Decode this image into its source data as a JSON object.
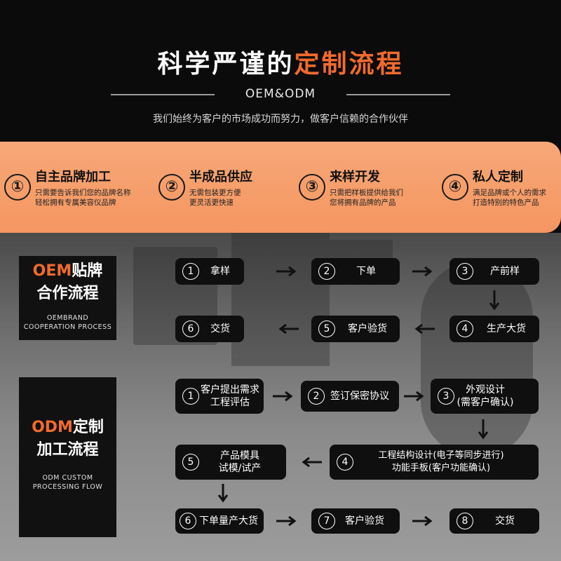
{
  "header": {
    "title_main": "科学严谨的",
    "title_accent": "定制流程",
    "subtitle": "OEM&ODM",
    "tagline": "我们始终为客户的市场成功而努力，做客户信赖的合作伙伴"
  },
  "services": [
    {
      "num": "①",
      "title": "自主品牌加工",
      "desc1": "只需要告诉我们您的品牌名称",
      "desc2": "轻松拥有专属美容仪品牌"
    },
    {
      "num": "②",
      "title": "半成品供应",
      "desc1": "无需包装更方便",
      "desc2": "更灵活更快速"
    },
    {
      "num": "③",
      "title": "来样开发",
      "desc1": "只需把样板提供给我们",
      "desc2": "您将拥有品牌的产品"
    },
    {
      "num": "④",
      "title": "私人定制",
      "desc1": "满足品牌或个人的需求",
      "desc2": "打造特别的特色产品"
    }
  ],
  "oem": {
    "title_accent": "OEM",
    "title_rest": "贴牌",
    "title_line2": "合作流程",
    "sub1": "OEMBRAND",
    "sub2": "COOPERATION PROCESS",
    "steps": [
      {
        "num": "1",
        "text": "拿样"
      },
      {
        "num": "2",
        "text": "下单"
      },
      {
        "num": "3",
        "text": "产前样"
      },
      {
        "num": "4",
        "text": "生产大货"
      },
      {
        "num": "5",
        "text": "客户验货"
      },
      {
        "num": "6",
        "text": "交货"
      }
    ]
  },
  "odm": {
    "title_accent": "ODM",
    "title_rest": "定制",
    "title_line2": "加工流程",
    "sub1": "ODM CUSTOM",
    "sub2": "PROCESSING FLOW",
    "steps": [
      {
        "num": "1",
        "text1": "客户提出需求",
        "text2": "工程评估"
      },
      {
        "num": "2",
        "text1": "签订保密协议",
        "text2": ""
      },
      {
        "num": "3",
        "text1": "外观设计",
        "text2": "(需客户确认)"
      },
      {
        "num": "4",
        "text1": "工程结构设计(电子等同步进行)",
        "text2": "功能手板(客户功能确认)"
      },
      {
        "num": "5",
        "text1": "产品模具",
        "text2": "试模/试产"
      },
      {
        "num": "6",
        "text1": "下单量产大货",
        "text2": ""
      },
      {
        "num": "7",
        "text1": "客户验货",
        "text2": ""
      },
      {
        "num": "8",
        "text1": "交货",
        "text2": ""
      }
    ]
  },
  "colors": {
    "accent": "#f26a2c",
    "band": "#f59660",
    "box": "#0f0f0f"
  }
}
